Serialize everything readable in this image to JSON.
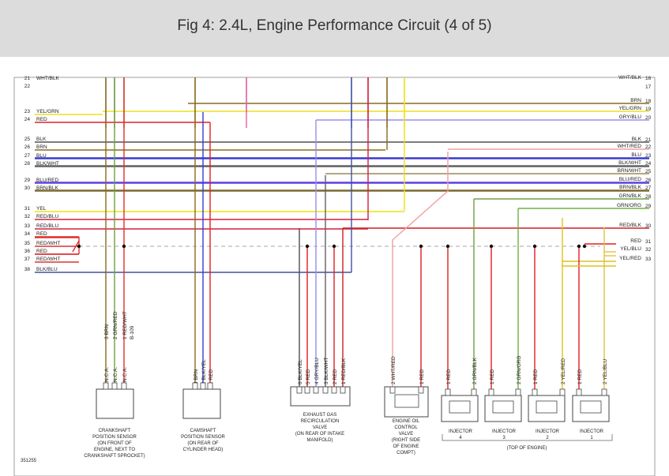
{
  "title": "Fig 4: 2.4L, Engine Performance Circuit (4 of 5)",
  "figure_id": "351255",
  "colors": {
    "WHT/BLK": "#7a6a3a",
    "YEL/GRN": "#e8e020",
    "RED": "#e02020",
    "BLK": "#505050",
    "BRN": "#8a6a20",
    "BLU": "#3a3ad0",
    "BLK/WHT": "#606060",
    "BLU/RED": "#5a40e0",
    "BRN/BLK": "#7a6a30",
    "YEL": "#f0e010",
    "RED/BLU": "#d02040",
    "RED/WHT": "#e03030",
    "BLK/BLU": "#4050a0",
    "GRY/BLU": "#9a90e8",
    "WHT/RED": "#f0a0a0",
    "BRN/WHT": "#9a8a50",
    "GRN/BLK": "#70a040",
    "GRN/ORG": "#70b040",
    "RED/BLK": "#d02020",
    "YEL/BLU": "#e0c040",
    "YEL/RED": "#e0c020",
    "PNK": "#e060a0",
    "TAN": "#a08050"
  },
  "left_wires": [
    {
      "num": "21",
      "label": "WHT/BLK"
    },
    {
      "num": "22",
      "label": ""
    },
    {
      "num": "23",
      "label": "YEL/GRN"
    },
    {
      "num": "24",
      "label": "RED"
    },
    {
      "num": "25",
      "label": "BLK"
    },
    {
      "num": "26",
      "label": "BRN"
    },
    {
      "num": "27",
      "label": "BLU"
    },
    {
      "num": "28",
      "label": "BLK/WHT"
    },
    {
      "num": "29",
      "label": "BLU/RED"
    },
    {
      "num": "30",
      "label": "BRN/BLK"
    },
    {
      "num": "31",
      "label": "YEL"
    },
    {
      "num": "32",
      "label": "RED/BLU"
    },
    {
      "num": "33",
      "label": "RED/BLU"
    },
    {
      "num": "34",
      "label": "RED"
    },
    {
      "num": "35",
      "label": "RED/WHT"
    },
    {
      "num": "36",
      "label": "RED"
    },
    {
      "num": "37",
      "label": "RED/WHT"
    },
    {
      "num": "38",
      "label": "BLK/BLU"
    }
  ],
  "right_wires": [
    {
      "num": "16",
      "label": "WHT/BLK"
    },
    {
      "num": "17",
      "label": ""
    },
    {
      "num": "18",
      "label": "BRN"
    },
    {
      "num": "19",
      "label": "YEL/GRN"
    },
    {
      "num": "20",
      "label": "GRY/BLU"
    },
    {
      "num": "21",
      "label": "BLK"
    },
    {
      "num": "22",
      "label": "WHT/RED"
    },
    {
      "num": "23",
      "label": "BLU"
    },
    {
      "num": "24",
      "label": "BLK/WHT"
    },
    {
      "num": "25",
      "label": "BRN/WHT"
    },
    {
      "num": "26",
      "label": "BLU/RED"
    },
    {
      "num": "27",
      "label": "BRN/BLK"
    },
    {
      "num": "28",
      "label": "GRN/BLK"
    },
    {
      "num": "29",
      "label": "GRN/ORG"
    },
    {
      "num": "30",
      "label": "RED/BLK"
    },
    {
      "num": "31",
      "label": "RED"
    },
    {
      "num": "32",
      "label": "YEL/BLU"
    },
    {
      "num": "33",
      "label": "YEL/RED"
    }
  ],
  "connectors": {
    "crank": {
      "pins": [
        {
          "num": "3",
          "label": "BRN"
        },
        {
          "num": "2",
          "label": "GRN/RED"
        },
        {
          "num": "1",
          "label": "RED/WHT"
        },
        {
          "num": "",
          "label": "B-109"
        }
      ],
      "nca": "N.C.A.",
      "name": [
        "CRANKSHAFT",
        "POSITION SENSOR",
        "(ON FRONT OF",
        "ENGINE, NEXT TO",
        "CRANKSHAFT SPROCKET)"
      ]
    },
    "cam": {
      "pins": [
        {
          "num": "3",
          "label": "BRN"
        },
        {
          "num": "2",
          "label": "BLK/YEL"
        },
        {
          "num": "1",
          "label": "RED"
        }
      ],
      "name": [
        "CAMSHAFT",
        "POSITION SENSOR",
        "(ON REAR OF",
        "CYLINDER HEAD)"
      ]
    },
    "egr": {
      "pins": [
        {
          "num": "6",
          "label": "BLK/YEL"
        },
        {
          "num": "5",
          "label": "RED"
        },
        {
          "num": "4",
          "label": "GRY/BLU"
        },
        {
          "num": "3",
          "label": "BLK/WHT"
        },
        {
          "num": "2",
          "label": "RED"
        },
        {
          "num": "1",
          "label": "RED/BLK"
        }
      ],
      "name": [
        "EXHAUST GAS",
        "RECIRCULATION",
        "VALVE",
        "(ON REAR OF INTAKE",
        "MANIFOLD)"
      ]
    },
    "oil": {
      "pins": [
        {
          "num": "2",
          "label": "WHT/RED"
        },
        {
          "num": "1",
          "label": "RED"
        }
      ],
      "name": [
        "ENGINE OIL",
        "CONTROL",
        "VALVE",
        "(RIGHT SIDE",
        "OF ENGINE",
        "COMPT)"
      ]
    },
    "injectors": [
      {
        "name": "INJECTOR",
        "num": "4",
        "pins": [
          {
            "num": "1",
            "label": "RED"
          },
          {
            "num": "2",
            "label": "GRN/BLK"
          }
        ]
      },
      {
        "name": "INJECTOR",
        "num": "3",
        "pins": [
          {
            "num": "1",
            "label": "RED"
          },
          {
            "num": "2",
            "label": "GRN/ORG"
          }
        ]
      },
      {
        "name": "INJECTOR",
        "num": "2",
        "pins": [
          {
            "num": "1",
            "label": "RED"
          },
          {
            "num": "2",
            "label": "YEL/RED"
          }
        ]
      },
      {
        "name": "INJECTOR",
        "num": "1",
        "pins": [
          {
            "num": "1",
            "label": "RED"
          },
          {
            "num": "2",
            "label": "YEL/BLU"
          }
        ]
      }
    ],
    "top_of_engine": "(TOP OF ENGINE)"
  }
}
